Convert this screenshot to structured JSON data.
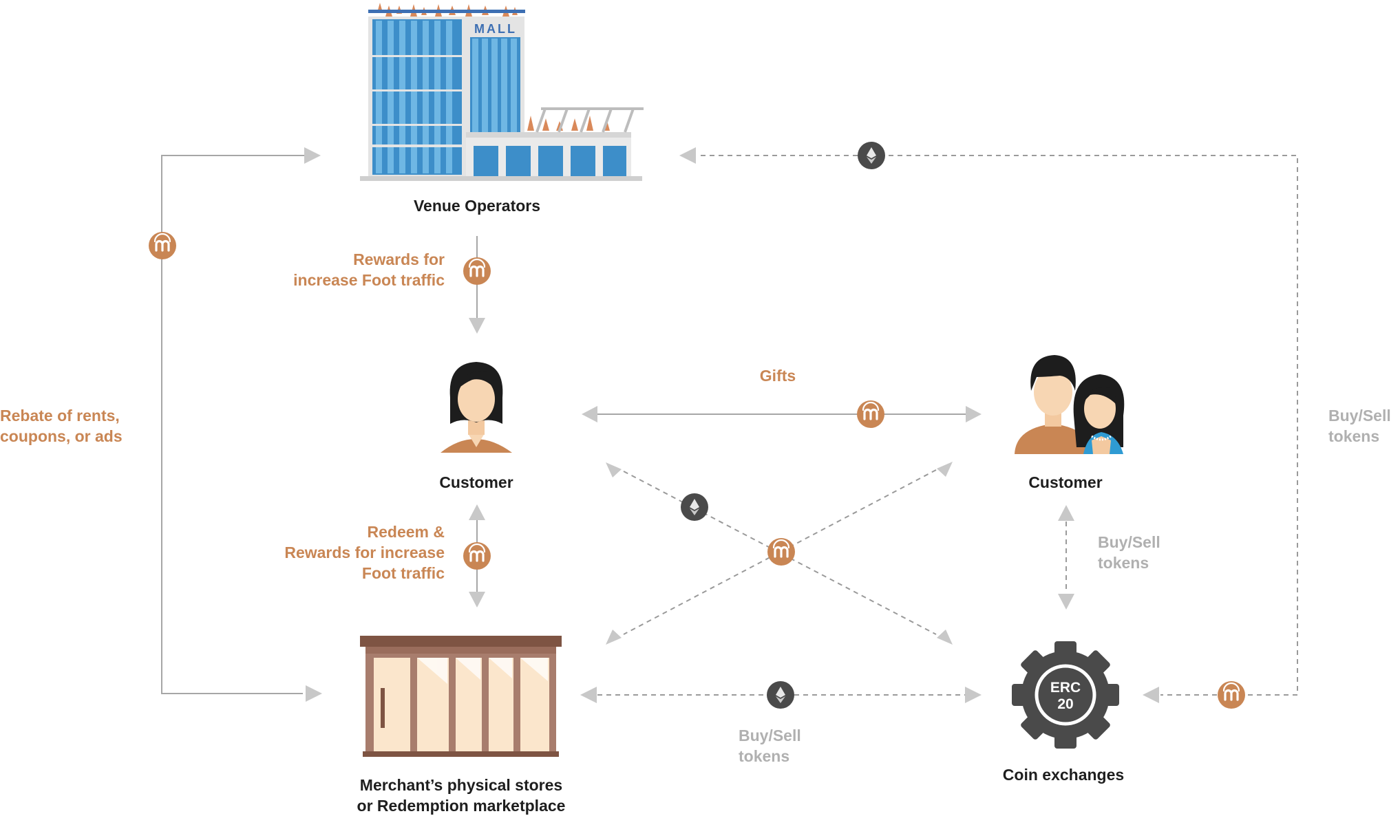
{
  "nodes": {
    "venue_operators": "Venue Operators",
    "mall_sign": "MALL",
    "customer_left": "Customer",
    "customer_right": "Customer",
    "merchant": "Merchant’s physical stores\nor Redemption marketplace",
    "coin_exchanges": "Coin exchanges",
    "erc_line1": "ERC",
    "erc_line2": "20"
  },
  "edges": {
    "rewards_foot_traffic": "Rewards for\nincrease Foot traffic",
    "redeem_rewards": "Redeem &\nRewards for increase\nFoot traffic",
    "rebate": "Rebate of rents,\ncoupons, or ads",
    "gifts": "Gifts",
    "buy_sell_right": "Buy/Sell\ntokens",
    "buy_sell_customer": "Buy/Sell\ntokens",
    "buy_sell_bottom": "Buy/Sell\ntokens"
  },
  "colors": {
    "accent_orange": "#c98654",
    "token_dark": "#4a4a4a",
    "line_gray": "#a6a6a6",
    "text_dark": "#1e1e1e",
    "text_gray": "#b0b0b0"
  },
  "icons": {
    "token": "m-token-icon",
    "ethereum": "ethereum-icon"
  }
}
